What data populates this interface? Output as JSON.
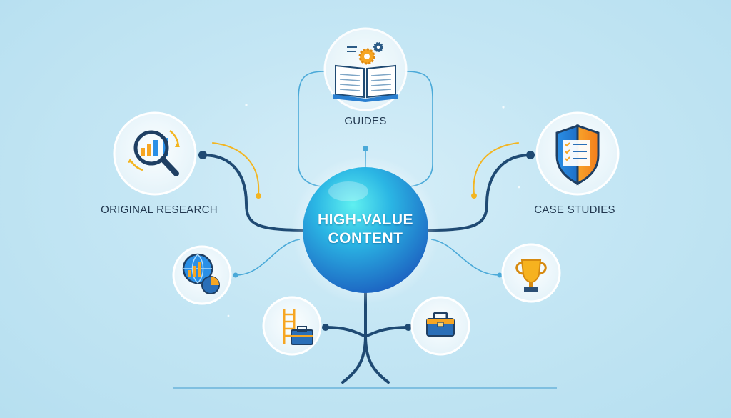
{
  "hub": {
    "line1": "HIGH-VALUE",
    "line2": "CONTENT"
  },
  "nodes": {
    "guides": {
      "label": "GUIDES",
      "icon": "open-book-gears-icon"
    },
    "original_research": {
      "label": "ORIGINAL RESEARCH",
      "icon": "magnifier-bar-chart-icon"
    },
    "case_studies": {
      "label": "CASE STUDIES",
      "icon": "shield-checklist-icon"
    },
    "data_reports": {
      "icon": "globe-chart-icon"
    },
    "awards": {
      "icon": "trophy-icon"
    },
    "career_tools": {
      "icon": "ladder-briefcase-icon"
    },
    "toolkits": {
      "icon": "toolbox-icon"
    }
  },
  "colors": {
    "connector": "#1f4a73",
    "accent_arrow": "#f3b521",
    "hub_light": "#46dff0",
    "hub_dark": "#1a6fc4",
    "icon_ring": "#f1f8fc"
  }
}
